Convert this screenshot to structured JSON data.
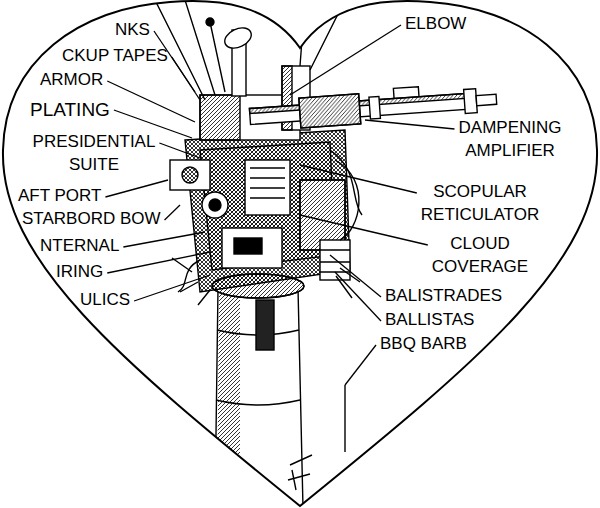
{
  "diagram": {
    "labels": [
      "NKS",
      "CKUP TAPES",
      "ARMOR",
      "PLATING",
      "PRESIDENTIAL SUITE",
      "AFT PORT",
      "STARBORD BOW",
      "NTERNAL",
      "IRING",
      "ULICS",
      "ELBOW",
      "DAMPENING AMPLIFIER",
      "SCOPULAR RETICULATOR",
      "CLOUD COVERAGE",
      "BALISTRADES",
      "BALLISTAS",
      "BBQ BARB"
    ]
  }
}
